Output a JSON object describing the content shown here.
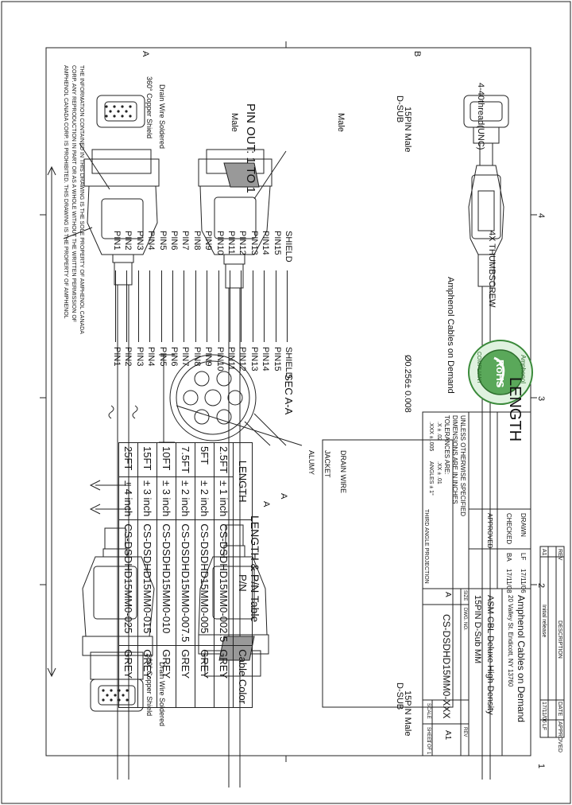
{
  "frame": {
    "top_refs": [
      "4",
      "3",
      "2",
      "1"
    ],
    "side_refs": [
      "A",
      "B"
    ]
  },
  "notes": {
    "lines": [
      "THE INFORMATION CONTAINED IN THIS DRAWING IS THE SOLE PROPERTY OF AMPHENOL CANADA",
      "CORP. ANY REPRODUCTION IN PART OR AS A WHOLE WITHOUT THE WRITTEN PERMISSION OF",
      "AMPHENOL CANADA CORP. IS PROHIBITED. THIS DRAWING IS THE PROPERTY OF AMPHENOL"
    ]
  },
  "pinout": {
    "title": "PIN OUT: 1 TO 1",
    "left_header": "Male",
    "right_header": "Male",
    "left": [
      "PIN1",
      "PIN2",
      "PIN3",
      "PIN4",
      "PIN5",
      "PIN6",
      "PIN7",
      "PIN8",
      "PIN9",
      "PIN10",
      "PIN11",
      "PIN12",
      "PIN13",
      "PIN14",
      "PIN15",
      "SHIELD"
    ],
    "right": [
      "PIN1",
      "PIN2",
      "PIN3",
      "PIN4",
      "PIN5",
      "PIN6",
      "PIN7",
      "PIN8",
      "PIN9",
      "PIN10",
      "PIN11",
      "PIN12",
      "PIN13",
      "PIN14",
      "PIN15",
      "SHIELD"
    ]
  },
  "callouts": {
    "shield_left": "360° Copper Shield",
    "drain_left": "Drain Wire Soldered",
    "dsub_left": "D-SUB",
    "pin_left": "15PIN Male",
    "thread": "4-40thread(UNC)",
    "thumbscrew": "4X THUMBSCREW",
    "cable_print": "Amphenol Cables on Demand",
    "length": "LENGTH",
    "diameter": "Ø0.256± 0.008",
    "drain_wire": "DRAIN WIRE",
    "jacket": "JACKET",
    "alumy": "ALUMY",
    "section": "SEC A-A",
    "section_a1": "A",
    "section_a2": "A",
    "shield_right": "360° Copper Shield",
    "drain_right": "Drain Wire Soldered",
    "dsub_right": "D-SUB",
    "pin_right": "15PIN Male"
  },
  "pn_table": {
    "title": "LENGTH & P/N Table",
    "headers": [
      "LENGTH",
      "P/N",
      "Cable Color"
    ],
    "rows": [
      [
        "2.5FT",
        "± 1 inch",
        "CS-DSDHD15MM0-002.5",
        "GREY"
      ],
      [
        "5FT",
        "± 2 inch",
        "CS-DSDHD15MM0-005",
        "GREY"
      ],
      [
        "7.5FT",
        "± 2 inch",
        "CS-DSDHD15MM0-007.5",
        "GREY"
      ],
      [
        "10FT",
        "± 3 inch",
        "CS-DSDHD15MM0-010",
        "GREY"
      ],
      [
        "15FT",
        "± 3 inch",
        "CS-DSDHD15MM0-015",
        "GREY"
      ],
      [
        "25FT",
        "± 4 inch",
        "CS-DSDHD15MM0-025",
        "GREY"
      ]
    ]
  },
  "revision": {
    "headers": [
      "REV",
      "DESCRIPTION",
      "DATE",
      "APPROVED"
    ],
    "row1": [
      "A1",
      "Initial release",
      "17/11/06",
      "LF"
    ]
  },
  "title_block": {
    "tolerance": [
      "UNLESS OTHERWISE SPECIFIED",
      "DIMENSIONS ARE IN INCHES",
      "TOLERANCES ARE:"
    ],
    "tol_values": [
      ".X ± .02",
      ".XX ± .01",
      ".XXX ± .005",
      "ANGLES ± 1°"
    ],
    "projection": "THIRD ANGLE PROJECTION",
    "drawn_label": "DRAWN",
    "drawn_by": "LF",
    "drawn_date": "17/11/06",
    "checked_label": "CHECKED",
    "checked_by": "BA",
    "checked_date": "17/11/08",
    "approved_label": "APPROVED",
    "company": "Amphenol Cables on Demand",
    "address": "20 Valley St. Endicott, NY 13760",
    "title1": "ASM CBL Deluxe High Density",
    "title2": "15PIN D-Sub MM",
    "size_label": "SIZE",
    "size": "A",
    "dwg_label": "DWG. NO.",
    "part_no": "CS-DSDHD15MM0-XXX",
    "rev_label": "REV",
    "rev": "A1",
    "scale_label": "SCALE",
    "sheet_label": "SHEET",
    "sheet": "1 OF 1"
  },
  "rohs": {
    "outer": "Amphenol",
    "inner": "RoHS",
    "bottom": "COMPLIANT"
  }
}
